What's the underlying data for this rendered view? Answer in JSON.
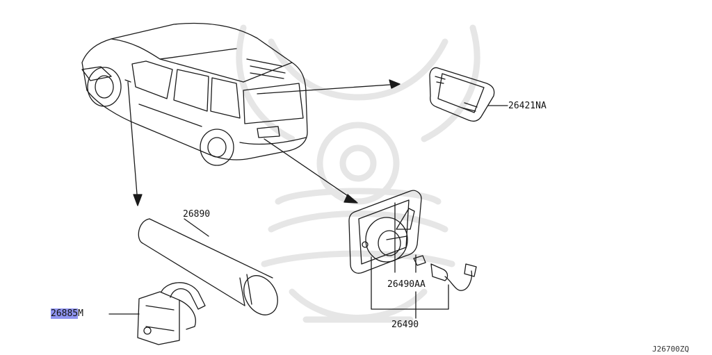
{
  "parts": {
    "rear_lamp_lens": "26421NA",
    "tube_lamp": "26890",
    "bracket_prefix": "26885",
    "bracket_suffix": "M",
    "bulb": "26490AA",
    "lamp_assembly": "26490"
  },
  "diagram_id": "J26700ZQ",
  "colors": {
    "line": "#1a1a1a",
    "watermark": "#e9e9e9",
    "highlight": "#8f94f0"
  },
  "icons": {
    "watermark": "samurai-helmet-watermark-icon"
  }
}
